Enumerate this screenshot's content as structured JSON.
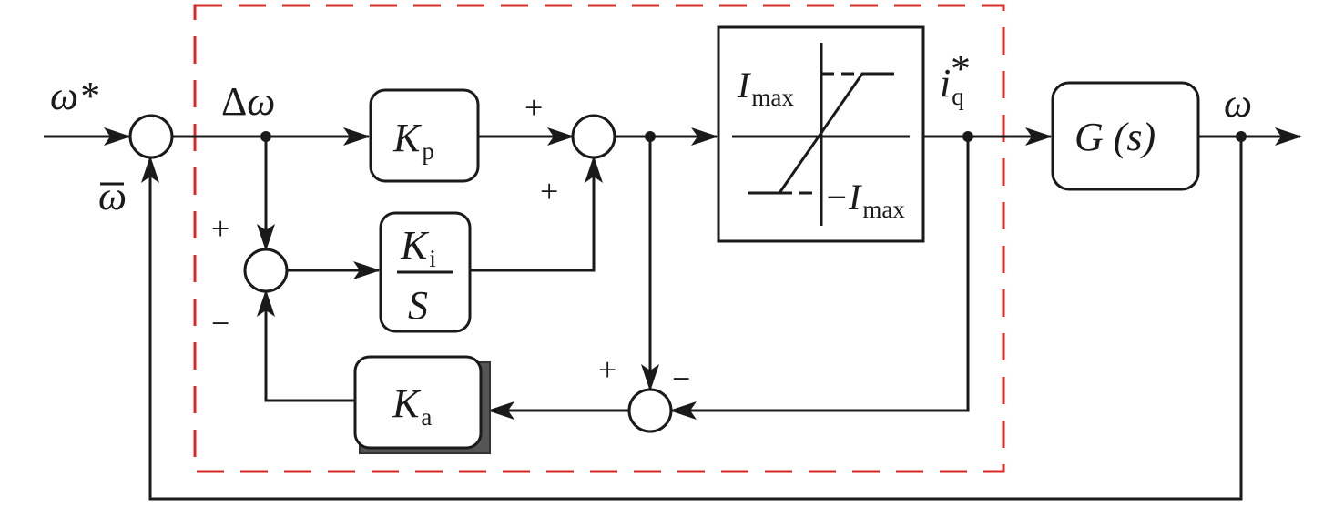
{
  "colors": {
    "line": "#1a1a1a",
    "boundary": "#d42a2a",
    "shadow": "#555555"
  },
  "signals": {
    "reference": "ω*",
    "error": "Δω",
    "feedback": "ω",
    "output": "ω",
    "current_ref_main": "i",
    "current_ref_sub": "q",
    "current_ref_sup": "*"
  },
  "blocks": {
    "kp_main": "K",
    "kp_sub": "p",
    "ki_main": "K",
    "ki_sub": "i",
    "ki_den": "S",
    "ka_main": "K",
    "ka_sub": "a",
    "plant": "G (s)",
    "sat_upper_main": "I",
    "sat_upper_sub": "max",
    "sat_lower_main": "−I",
    "sat_lower_sub": "max"
  },
  "signs": {
    "kp_into_sum": "+",
    "ki_into_sum": "+",
    "error_into_aw": "+",
    "ka_into_aw": "−",
    "pre_sat_into_diff": "+",
    "post_sat_into_diff": "−"
  }
}
